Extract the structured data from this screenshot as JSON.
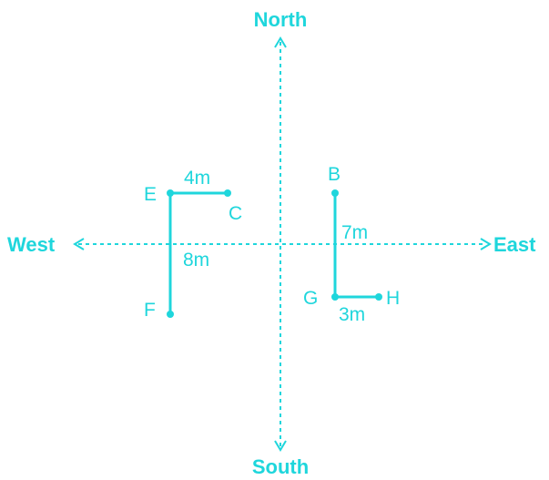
{
  "diagram": {
    "color": "#1fd6dc",
    "directions": {
      "north": "North",
      "south": "South",
      "east": "East",
      "west": "West"
    },
    "points": {
      "b": "B",
      "c": "C",
      "e": "E",
      "f": "F",
      "g": "G",
      "h": "H"
    },
    "distances": {
      "ec": "4m",
      "ef": "8m",
      "bg": "7m",
      "gh": "3m"
    }
  }
}
